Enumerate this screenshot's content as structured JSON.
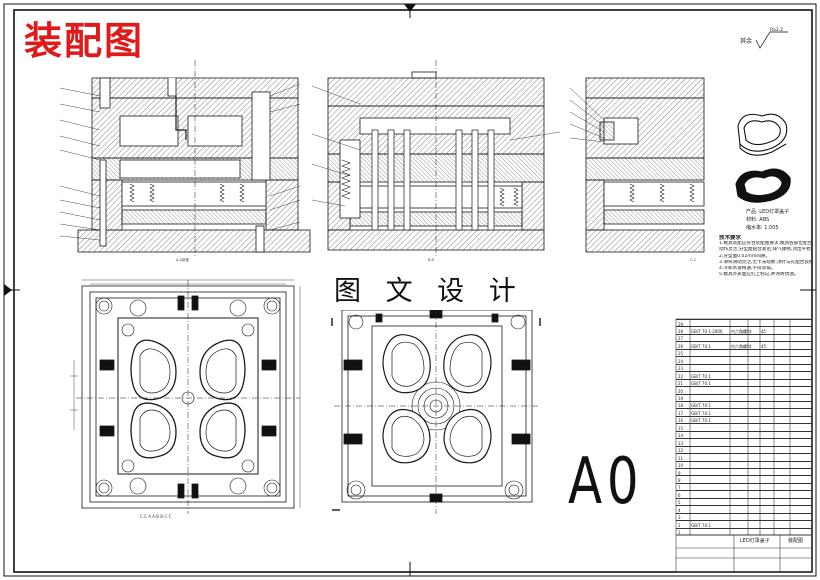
{
  "watermark_red": "装配图",
  "watermark_center": "图 文 设 计",
  "sheet_size": "A0",
  "roughness": {
    "label": "其余",
    "value": "Ra3.2"
  },
  "product_info": {
    "name": "产品: LED灯罩盖子",
    "material": "材料: ABS",
    "shrink": "缩水率: 1.005"
  },
  "notes": [
    "技术要求",
    "1.模具装配应符合装配图要求,模具各部位配合良好,",
    "动作灵活,分型面贴合紧密,排气顺畅,顶出平稳。",
    "2.分型面0.02mm间隙。",
    "3.滑块滑动灵活,无卡滞现象,顶针与孔配合良好。",
    "4.冷却水道畅通,不得渗漏。",
    "5.模具外表面应打上标记,并涂防锈油。"
  ],
  "section_labels": {
    "a": "A-A剖视",
    "b": "B-B",
    "c": "C-C"
  },
  "bottom_callout": "C-C A-A-B B-C-C",
  "title_block": {
    "drawing_name": "LED灯罩盖子",
    "label_right": "装配图",
    "rows": [
      {
        "no": "29",
        "code": "",
        "name": "",
        "qty": "",
        "mat": "",
        "note": ""
      },
      {
        "no": "28",
        "code": "GB/T 70.1-2000",
        "name": "内六角螺钉",
        "qty": "4",
        "mat": "45",
        "note": ""
      },
      {
        "no": "27",
        "code": "",
        "name": "",
        "qty": "",
        "mat": "",
        "note": ""
      },
      {
        "no": "26",
        "code": "GB/T 70.1",
        "name": "内六角螺钉",
        "qty": "4",
        "mat": "45",
        "note": ""
      },
      {
        "no": "25",
        "code": "",
        "name": "",
        "qty": "",
        "mat": "",
        "note": ""
      },
      {
        "no": "24",
        "code": "",
        "name": "",
        "qty": "",
        "mat": "",
        "note": ""
      },
      {
        "no": "23",
        "code": "",
        "name": "",
        "qty": "",
        "mat": "",
        "note": ""
      },
      {
        "no": "22",
        "code": "GB/T 70.1",
        "name": "",
        "qty": "",
        "mat": "",
        "note": ""
      },
      {
        "no": "21",
        "code": "GB/T 70.1",
        "name": "",
        "qty": "",
        "mat": "",
        "note": ""
      },
      {
        "no": "20",
        "code": "",
        "name": "",
        "qty": "",
        "mat": "",
        "note": ""
      },
      {
        "no": "19",
        "code": "",
        "name": "",
        "qty": "",
        "mat": "",
        "note": ""
      },
      {
        "no": "18",
        "code": "GB/T 70.1",
        "name": "",
        "qty": "",
        "mat": "",
        "note": ""
      },
      {
        "no": "17",
        "code": "GB/T 70.1",
        "name": "",
        "qty": "",
        "mat": "",
        "note": ""
      },
      {
        "no": "16",
        "code": "GB/T 70.1",
        "name": "",
        "qty": "",
        "mat": "",
        "note": ""
      },
      {
        "no": "15",
        "code": "",
        "name": "",
        "qty": "",
        "mat": "",
        "note": ""
      },
      {
        "no": "14",
        "code": "",
        "name": "",
        "qty": "",
        "mat": "",
        "note": ""
      },
      {
        "no": "13",
        "code": "",
        "name": "",
        "qty": "",
        "mat": "",
        "note": ""
      },
      {
        "no": "12",
        "code": "",
        "name": "",
        "qty": "",
        "mat": "",
        "note": ""
      },
      {
        "no": "11",
        "code": "",
        "name": "",
        "qty": "",
        "mat": "",
        "note": ""
      },
      {
        "no": "10",
        "code": "",
        "name": "",
        "qty": "",
        "mat": "",
        "note": ""
      },
      {
        "no": "9",
        "code": "",
        "name": "",
        "qty": "",
        "mat": "",
        "note": ""
      },
      {
        "no": "8",
        "code": "",
        "name": "",
        "qty": "",
        "mat": "",
        "note": ""
      },
      {
        "no": "7",
        "code": "",
        "name": "",
        "qty": "",
        "mat": "",
        "note": ""
      },
      {
        "no": "6",
        "code": "",
        "name": "",
        "qty": "",
        "mat": "",
        "note": ""
      },
      {
        "no": "5",
        "code": "",
        "name": "",
        "qty": "",
        "mat": "",
        "note": ""
      },
      {
        "no": "4",
        "code": "",
        "name": "",
        "qty": "",
        "mat": "",
        "note": ""
      },
      {
        "no": "3",
        "code": "",
        "name": "",
        "qty": "",
        "mat": "",
        "note": ""
      },
      {
        "no": "2",
        "code": "GB/T 70.1",
        "name": "",
        "qty": "",
        "mat": "",
        "note": ""
      },
      {
        "no": "1",
        "code": "",
        "name": "",
        "qty": "",
        "mat": "",
        "note": ""
      }
    ]
  },
  "colors": {
    "line": "#1a1a1a",
    "hatch": "#333333",
    "watermark": "#e0191b"
  }
}
